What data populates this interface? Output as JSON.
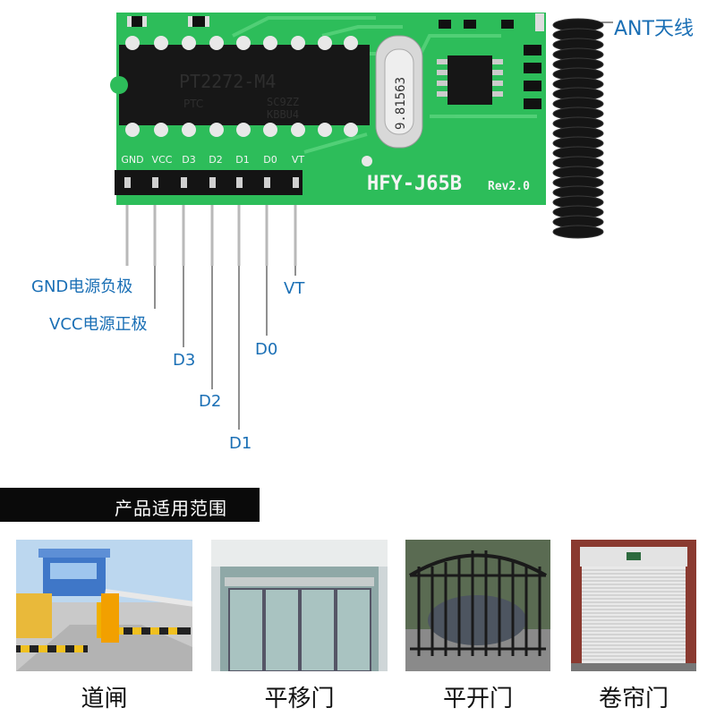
{
  "board": {
    "model_text": "HFY-J65B",
    "revision_text": "Rev2.0",
    "ic_text": "PT2272-M4",
    "ic_sub1": "SC9ZZ",
    "ic_sub2": "KBBU4",
    "ic_logo": "PTC",
    "crystal_text": "9.81563",
    "silk_pins": [
      "GND",
      "VCC",
      "D3",
      "D2",
      "D1",
      "D0",
      "VT"
    ],
    "colors": {
      "pcb": "#2dbd5a",
      "antenna": "#151515",
      "label": "#1a6fb5"
    }
  },
  "labels": {
    "ant": "ANT天线",
    "gnd": "GND电源负极",
    "vcc": "VCC电源正极",
    "d3": "D3",
    "d2": "D2",
    "d1": "D1",
    "d0": "D0",
    "vt": "VT"
  },
  "section": {
    "title": "产品适用范围"
  },
  "applications": [
    {
      "name": "道闸"
    },
    {
      "name": "平移门"
    },
    {
      "name": "平开门"
    },
    {
      "name": "卷帘门"
    }
  ]
}
